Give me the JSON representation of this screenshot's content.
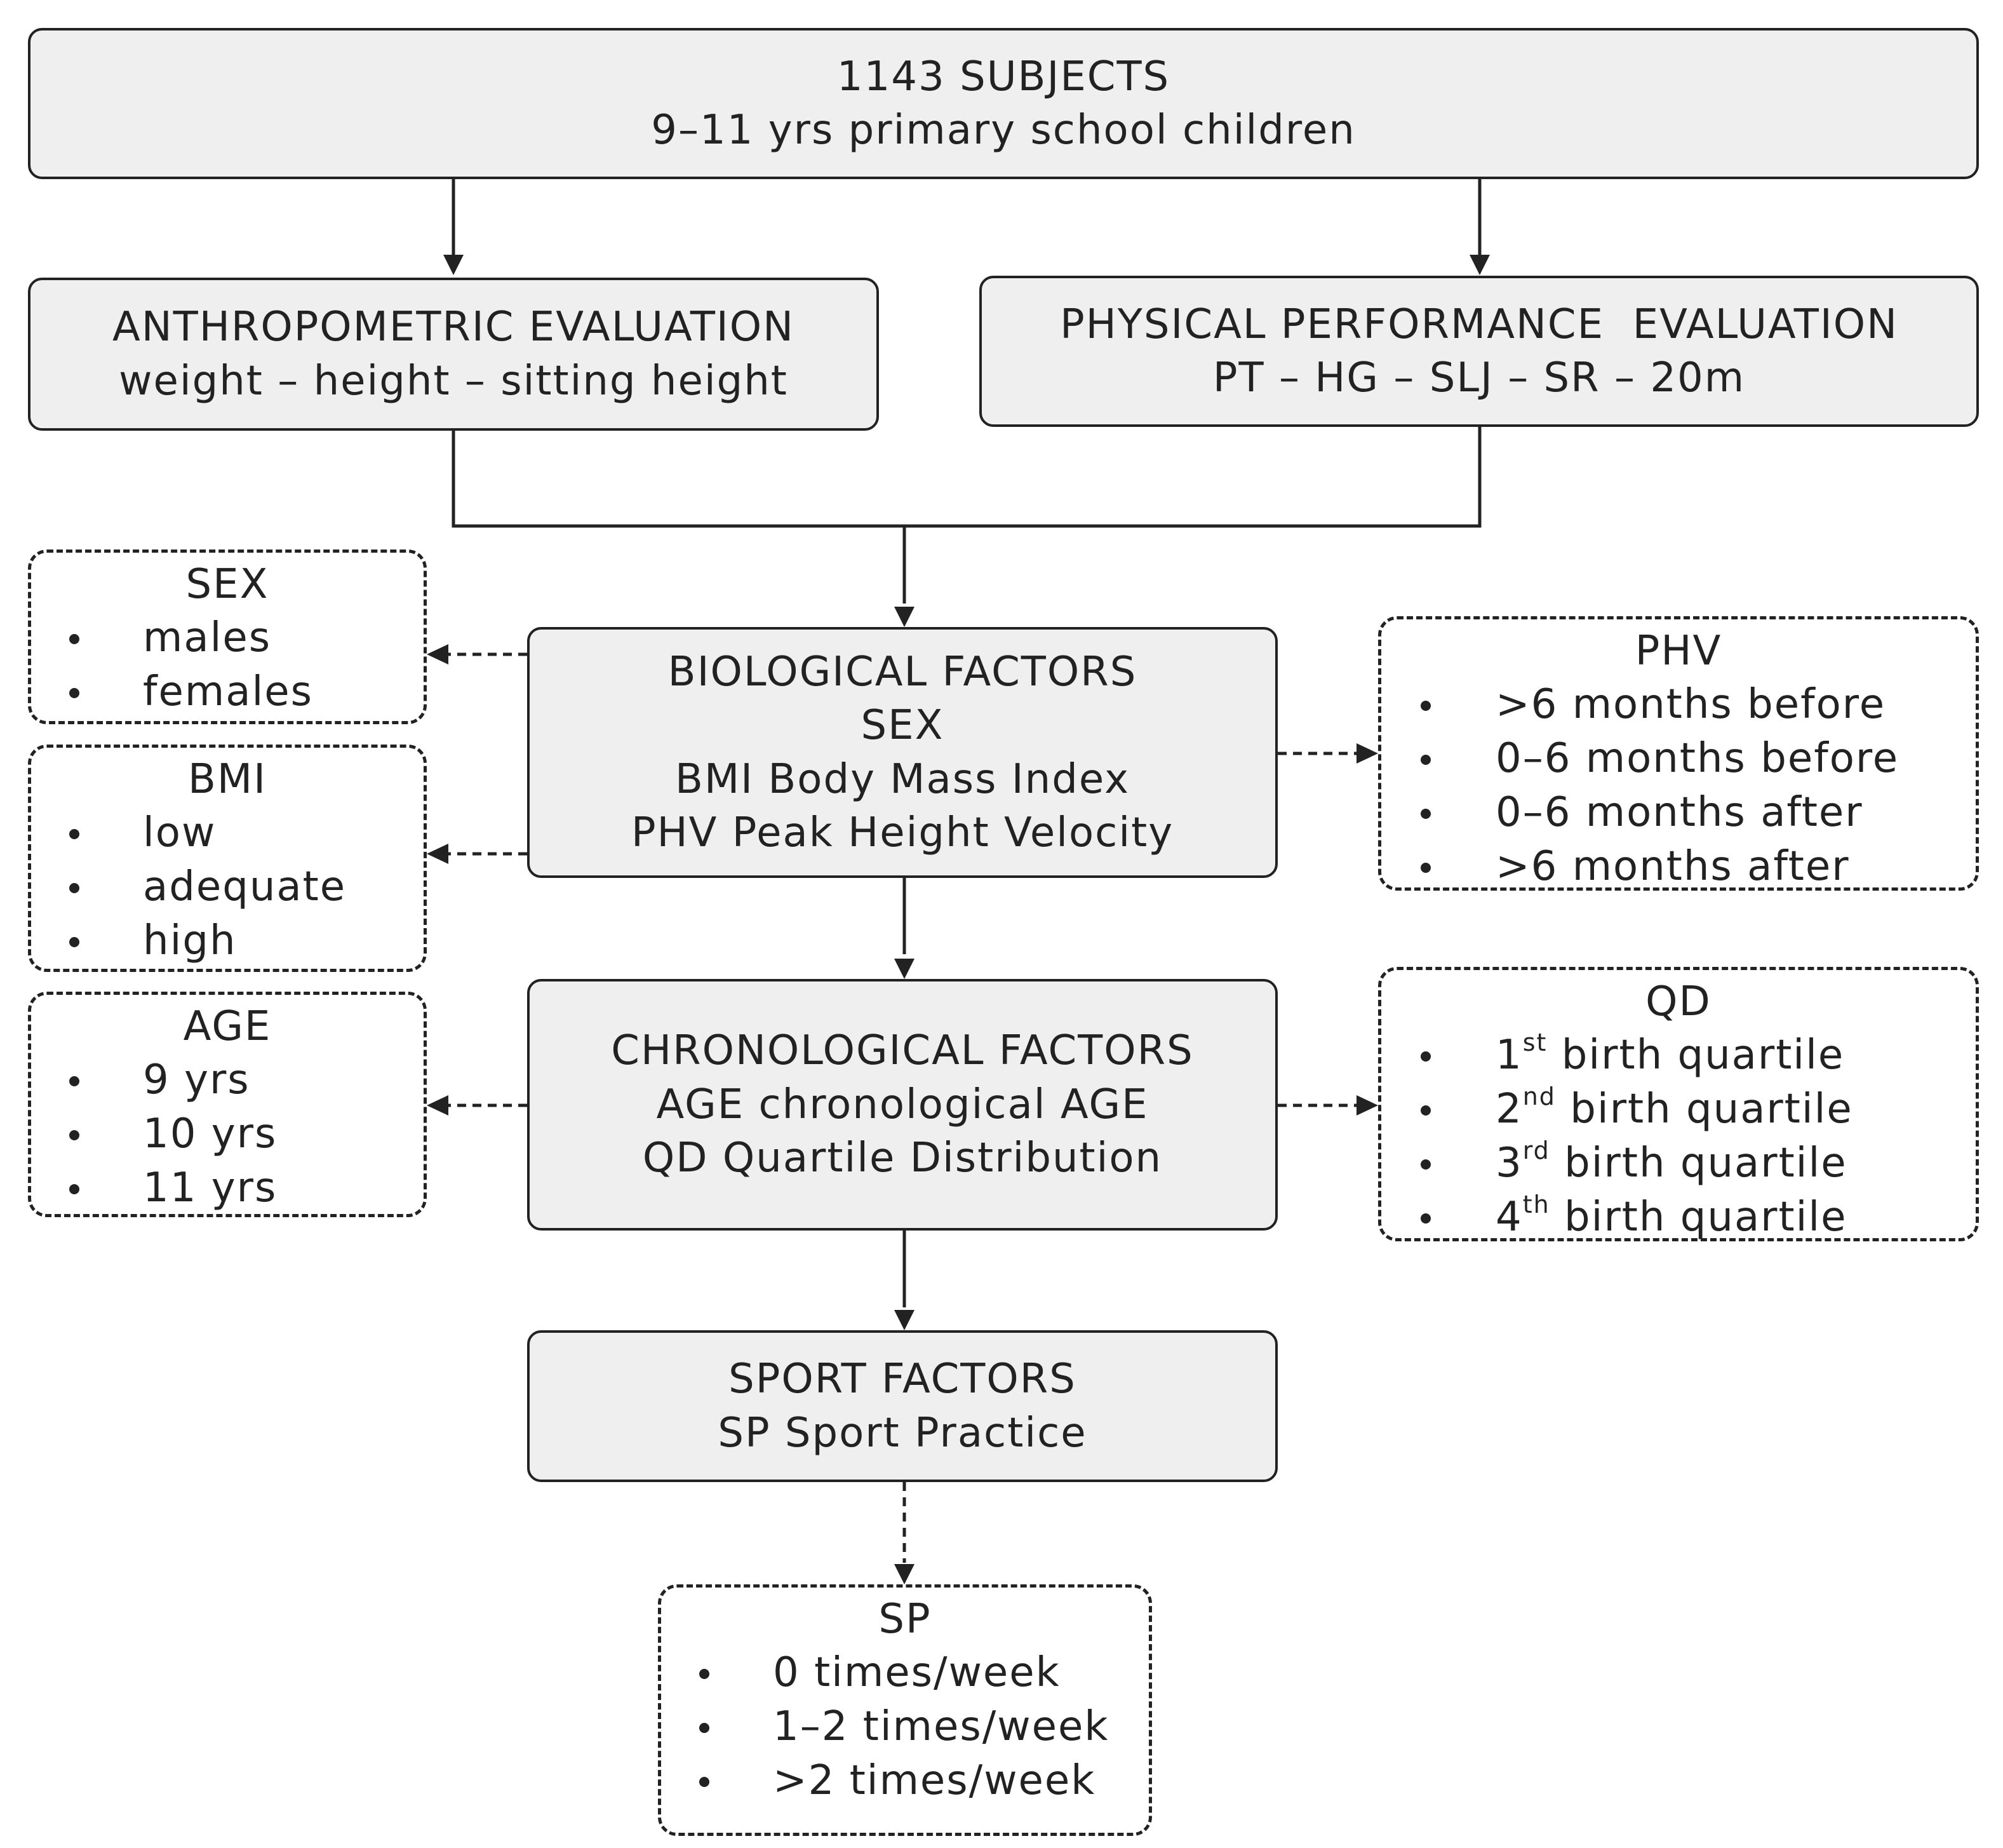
{
  "subjects": {
    "line1": "1143 SUBJECTS",
    "line2": "9–11 yrs primary school children"
  },
  "anthropometric": {
    "title": "ANTHROPOMETRIC EVALUATION",
    "detail": "weight – height – sitting height"
  },
  "physical": {
    "title": "PHYSICAL PERFORMANCE  EVALUATION",
    "detail": "PT – HG – SLJ – SR – 20m"
  },
  "biological": {
    "title": "BIOLOGICAL FACTORS",
    "sex": "SEX",
    "bmi": "BMI Body Mass Index",
    "phv": "PHV Peak Height Velocity"
  },
  "chronological": {
    "title": "CHRONOLOGICAL FACTORS",
    "age": "AGE chronological AGE",
    "qd": "QD Quartile Distribution"
  },
  "sport": {
    "title": "SPORT FACTORS",
    "sp": "SP Sport Practice"
  },
  "sex_group": {
    "title": "SEX",
    "items": [
      "males",
      "females"
    ]
  },
  "bmi_group": {
    "title": "BMI",
    "items": [
      "low",
      "adequate",
      "high"
    ]
  },
  "age_group": {
    "title": "AGE",
    "items": [
      "9 yrs",
      "10 yrs",
      "11 yrs"
    ]
  },
  "phv_group": {
    "title": "PHV",
    "items": [
      ">6 months before",
      "0–6 months before",
      "0–6 months after",
      ">6 months after"
    ]
  },
  "qd_group": {
    "title": "QD",
    "items": [
      {
        "num": "1",
        "sup": "st",
        "rest": " birth quartile"
      },
      {
        "num": "2",
        "sup": "nd",
        "rest": " birth quartile"
      },
      {
        "num": "3",
        "sup": "rd",
        "rest": " birth quartile"
      },
      {
        "num": "4",
        "sup": "th",
        "rest": " birth quartile"
      }
    ]
  },
  "sp_group": {
    "title": "SP",
    "items": [
      "0 times/week",
      "1–2 times/week",
      ">2 times/week"
    ]
  },
  "colors": {
    "box_fill": "#efefef",
    "stroke": "#222222",
    "text": "#222222",
    "background": "#ffffff"
  }
}
